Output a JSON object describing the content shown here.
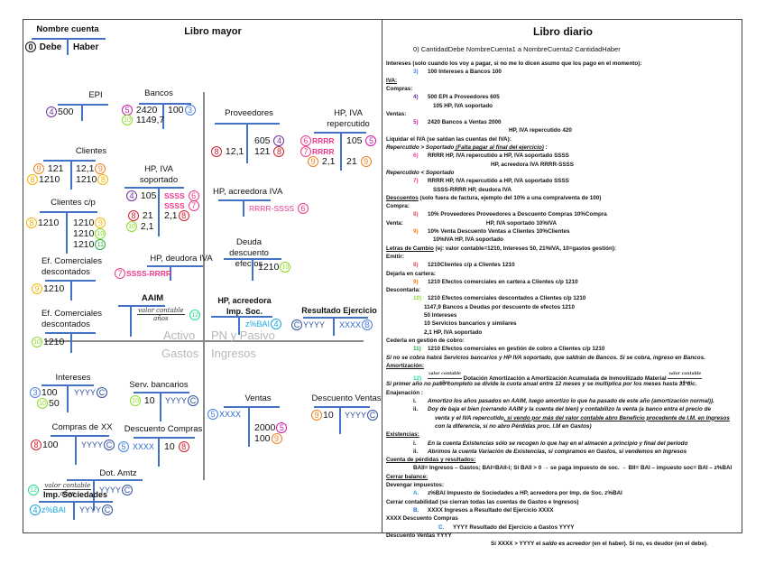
{
  "left": {
    "title": "Libro mayor",
    "legend": {
      "name": "Nombre cuenta",
      "num": "0",
      "debe": "Debe",
      "haber": "Haber"
    },
    "sections": {
      "activo": "Activo",
      "pn_pasivo": "PN y Pasivo",
      "gastos": "Gastos",
      "ingresos": "Ingresos"
    },
    "accounts": {
      "epi": {
        "name": "EPI",
        "d1_num": "4",
        "d1": "500"
      },
      "bancos": {
        "name": "Bancos",
        "d1_num": "5",
        "d1": "2420",
        "d2_num": "10",
        "d2": "1149,7",
        "h1": "100",
        "h1_num": "3"
      },
      "clientes": {
        "name": "Clientes",
        "d1_num": "9",
        "d1": "121",
        "d2_num": "8",
        "d2": "1210",
        "h1": "12,1",
        "h1_num": "9",
        "h2": "1210",
        "h2_num": "8"
      },
      "hp_iva_soportado": {
        "name": "HP, IVA soportado",
        "d1_num": "4",
        "d1": "105",
        "d2_num": "8",
        "d2": "21",
        "d3_num": "10",
        "d3": "2,1",
        "h1": "SSSS",
        "h1_num": "6",
        "h2": "SSSS",
        "h2_num": "7",
        "h3": "2,1",
        "h3_num": "8"
      },
      "clientes_cp": {
        "name": "Clientes c/p",
        "d1_num": "8",
        "d1": "1210",
        "h1": "1210",
        "h1_num": "9",
        "h2": "1210",
        "h2_num": "10",
        "h3": "1210",
        "h3_num": "11"
      },
      "hp_deudora_iva": {
        "name": "HP, deudora IVA",
        "d1_num": "7",
        "d1": "SSSS-RRRR"
      },
      "ef_com_desc_1": {
        "name": "Ef. Comerciales descontados",
        "d1_num": "9",
        "d1": "1210"
      },
      "aaim": {
        "name": "AAIM",
        "h1_num": "12",
        "frac_num": "valor contable",
        "frac_den": "años"
      },
      "ef_com_desc_2": {
        "name": "Ef. Comerciales descontados",
        "d1_num": "10",
        "d1": "1210"
      },
      "proveedores": {
        "name": "Proveedores",
        "d1_num": "8",
        "d1": "12,1",
        "h1": "605",
        "h1_num": "4",
        "h2": "121",
        "h2_num": "8"
      },
      "hp_iva_repercutido": {
        "name": "HP, IVA repercutido",
        "d1_num": "6",
        "d1": "RRRR",
        "d2_num": "7",
        "d2": "RRRR",
        "d3_num": "9",
        "d3": "2,1",
        "h1": "105",
        "h1_num": "5",
        "h2": "21",
        "h2_num": "9"
      },
      "hp_acreedora_iva": {
        "name": "HP, acreedora IVA",
        "h1": "RRRR-SSSS",
        "h1_num": "6"
      },
      "deuda_descuento": {
        "name": "Deuda descuento efectos",
        "h1": "1210",
        "h1_num": "10"
      },
      "hp_acreedora_imp": {
        "name": "HP, acreedora Imp. Soc.",
        "h1": "z%BAI",
        "h1_num": "4"
      },
      "resultado_ejercicio": {
        "name": "Resultado Ejercicio",
        "d1_num": "C",
        "d1": "YYYY",
        "h1": "XXXX",
        "h1_num": "B"
      },
      "intereses": {
        "name": "Intereses",
        "d1_num": "3",
        "d1": "100",
        "d2_num": "10",
        "d2": "50",
        "h1": "YYYY",
        "h1_num": "C"
      },
      "serv_bancarios": {
        "name": "Serv. bancarios",
        "d1_num": "10",
        "d1": "10",
        "h1": "YYYY",
        "h1_num": "C"
      },
      "compras_xx": {
        "name": "Compras de XX",
        "d1_num": "8",
        "d1": "100",
        "h1": "YYYY",
        "h1_num": "C"
      },
      "descuento_compras": {
        "name": "Descuento Compras",
        "d1_num": "5",
        "d1": "XXXX",
        "h1": "10",
        "h1_num": "8"
      },
      "dot_amtz": {
        "name": "Dot. Amtz",
        "d1_num": "12",
        "frac_num": "valor contable",
        "frac_den": "años",
        "h1": "YYYY",
        "h1_num": "C"
      },
      "imp_sociedades": {
        "name": "Imp. Sociedades",
        "d1_num": "4",
        "d1": "z%BAI",
        "h1": "YYYY",
        "h1_num": "C"
      },
      "ventas": {
        "name": "Ventas",
        "d1_num": "5",
        "d1": "XXXX",
        "h1": "2000",
        "h1_num": "5",
        "h2": "100",
        "h2_num": "9"
      },
      "descuento_ventas": {
        "name": "Descuento Ventas",
        "d1_num": "9",
        "d1": "10",
        "h1": "YYYY",
        "h1_num": "C"
      }
    }
  },
  "right": {
    "title": "Libro diario",
    "format": "0) CantidadDebe NombreCuenta1 a NombreCuenta2 CantidadHaber",
    "lines": [
      {
        "text": "Intereses (solo cuando los voy a pagar, si no me lo dicen asumo que los pago en el momento):"
      },
      {
        "num": "3)",
        "text": "100 Intereses a Bancos 100"
      },
      {
        "text": "IVA:"
      },
      {
        "text": "Compras:"
      },
      {
        "num": "4)",
        "text": "500 EPI                          a Proveedores 605"
      },
      {
        "text": "105 HP, IVA soportado"
      },
      {
        "text": "Ventas:"
      },
      {
        "num": "5)",
        "text": "2420 Bancos a Ventas                    2000"
      },
      {
        "text": "HP, IVA repercutido 420"
      },
      {
        "text": "Liquidar el IVA (se saldan las cuentas del IVA):"
      },
      {
        "text": "Repercutido > Soportado",
        "extra": "(Falta pagar al final del ejercicio)",
        "tail": " :"
      },
      {
        "num": "6)",
        "text": "RRRR HP, IVA repercutido a HP, IVA soportado          SSSS"
      },
      {
        "text": "HP, acreedora IVA    RRRR-SSSS"
      },
      {
        "text": "Repercutido < Soportado"
      },
      {
        "num": "7)",
        "text": "RRRR            HP, IVA repercutido       a HP, IVA soportado SSSS"
      },
      {
        "text": "SSSS-RRRR  HP, deudora IVA"
      },
      {
        "text": "Descuentos",
        "tail": " (solo fuera de factura, ejemplo del 10% a una compra/venta de 100)"
      },
      {
        "text": "Compra:"
      },
      {
        "num": "8)",
        "text": "10% Proveedores Proveedores a Descuento Compras     10%Compra"
      },
      {
        "text": "Venta:",
        "mid": "HP, IVA soportado        10%IVA"
      },
      {
        "num": "9)",
        "text": "10% Venta  Descuento Ventas  a  Clientes 10%Clientes"
      },
      {
        "text": "10%IVA        HP, IVA soportado"
      },
      {
        "text": "Letras de Cambio",
        "tail": " (ej: valor contable=1210, Intereses 50, 21%IVA, 10=gastos gestión):"
      },
      {
        "text": "Emitir:"
      },
      {
        "num": "8)",
        "text": "1210Clientes c/p a Clientes 1210"
      },
      {
        "text": "Dejarla en cartera:"
      },
      {
        "num": "9)",
        "text": "1210 Efectos comerciales en cartera a Clientes c/p 1210"
      },
      {
        "text": "Descontarla:"
      },
      {
        "num": "10)",
        "text": "1210     Efectos comerciales descontados  a Clientes c/p                          1210"
      },
      {
        "text": "1147,9 Bancos                                            a Deudas por descuento de efectos 1210"
      },
      {
        "text": "50       Intereses"
      },
      {
        "text": "10       Servicios bancarios y similares"
      },
      {
        "text": "2,1      HP, IVA soportado"
      },
      {
        "text": "Cederla en gestión de cobro:"
      },
      {
        "num": "11)",
        "text": "1210 Efectos comerciales en gestión de cobro a Clientes c/p 1210"
      },
      {
        "text": "Si no se cobra habrá Servicios bancarios y HP IVA soportado, que saldrán de Bancos. Si se cobra, ingreso en Bancos."
      },
      {
        "text": "Amortización:"
      },
      {
        "num": "12)",
        "frac_num": "valor contable",
        "frac_den": "años",
        "text": " Dotación Amortización a Amortización Acumulada de Inmovilizado Material "
      },
      {
        "text": "Si primer año no paso completo se divide la cuota anual entre 12 meses y se multiplica por los meses hasta 31 dic."
      },
      {
        "text": "Enajenación :"
      },
      {
        "num": "i.",
        "text": "Amortizo los años pasados en AAIM, luego amortizo lo que ha pasado de este año (amortización normal))."
      },
      {
        "num": "ii.",
        "text": "Doy de baja el bien (cerrando AAIM y la cuenta del bien) y contabilizo la venta (a banco entra el precio de"
      },
      {
        "text": "venta y el IVA repercutido",
        "tail": ", si vendo por más del valor contable abro Beneficio procedente de I.M. en Ingresos"
      },
      {
        "text": "con la diferencia, si no abro Pérdidas proc. I.M en Gastos)"
      },
      {
        "text": "Existencias:"
      },
      {
        "num": "i.",
        "text": "En la cuenta Existencias sólo se recogen lo que hay en el almacén a principio y final del período"
      },
      {
        "num": "ii.",
        "text": "Abrimos la cuenta Variación de Existencias, si compramos en Gastos, si vendemos en Ingresos"
      },
      {
        "text": "Cuenta de pérdidas y resultados:"
      },
      {
        "text": "BAII= Ingresos – Gastos; BAI=BAII-i; Si BAII > 0 → se paga impuesto de soc.  → BII= BAI – impuesto soc= BAI – z%BAI"
      },
      {
        "text": "Cerrar balance:"
      },
      {
        "text": "Devengar impuestos:"
      },
      {
        "num": "A.",
        "text": "z%BAI Impuesto de Sociedades a  HP, acreedora por Imp. de Soc. z%BAI"
      },
      {
        "text": "Cerrar contabilidad (se cierran todas las cuentas de Gastos e Ingresos)"
      },
      {
        "num": "B.",
        "text": "XXXX Ingresos                a Resultado del Ejercicio XXXX"
      },
      {
        "text": "XXXX Descuento Compras"
      },
      {
        "num": "C.",
        "text": "YYYY Resultado del Ejercicio a Gastos                    YYYY"
      },
      {
        "text": "Descuento Ventas YYYY"
      },
      {
        "text": "Si XXXX > YYYY el ",
        "it": "saldo es acreedor",
        "tail": " (en el haber). Si no, es deudor (en el debe)."
      }
    ]
  }
}
